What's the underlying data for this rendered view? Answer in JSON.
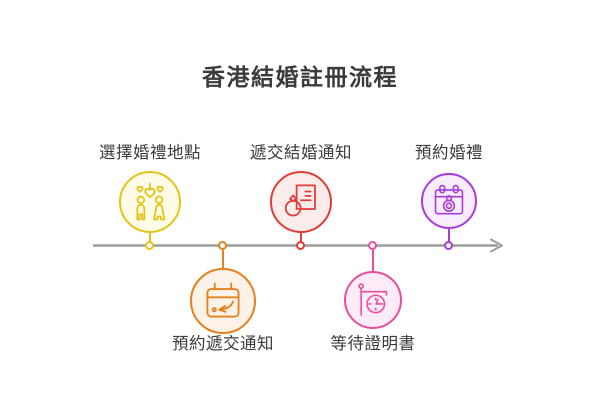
{
  "title": "香港結婚註冊流程",
  "text_color": "#3b3b3b",
  "timeline": {
    "color": "#9c9c9c",
    "direction": "left-to-right"
  },
  "steps": [
    {
      "label": "選擇婚禮地點",
      "icon": "couple-hearts-icon",
      "color": "#e4c318",
      "fill": "#fefbe6",
      "position": "above"
    },
    {
      "label": "預約遞交通知",
      "icon": "calendar-select-icon",
      "color": "#e5801f",
      "fill": "#fdf2e7",
      "position": "below"
    },
    {
      "label": "遞交結婚通知",
      "icon": "document-ring-icon",
      "color": "#e23c36",
      "fill": "#fbecec",
      "position": "above"
    },
    {
      "label": "等待證明書",
      "icon": "hanging-clock-icon",
      "color": "#e94d9f",
      "fill": "#fdebf5",
      "position": "below"
    },
    {
      "label": "預約婚禮",
      "icon": "calendar-ring-icon",
      "color": "#a83bda",
      "fill": "#f7edfc",
      "position": "above"
    }
  ]
}
